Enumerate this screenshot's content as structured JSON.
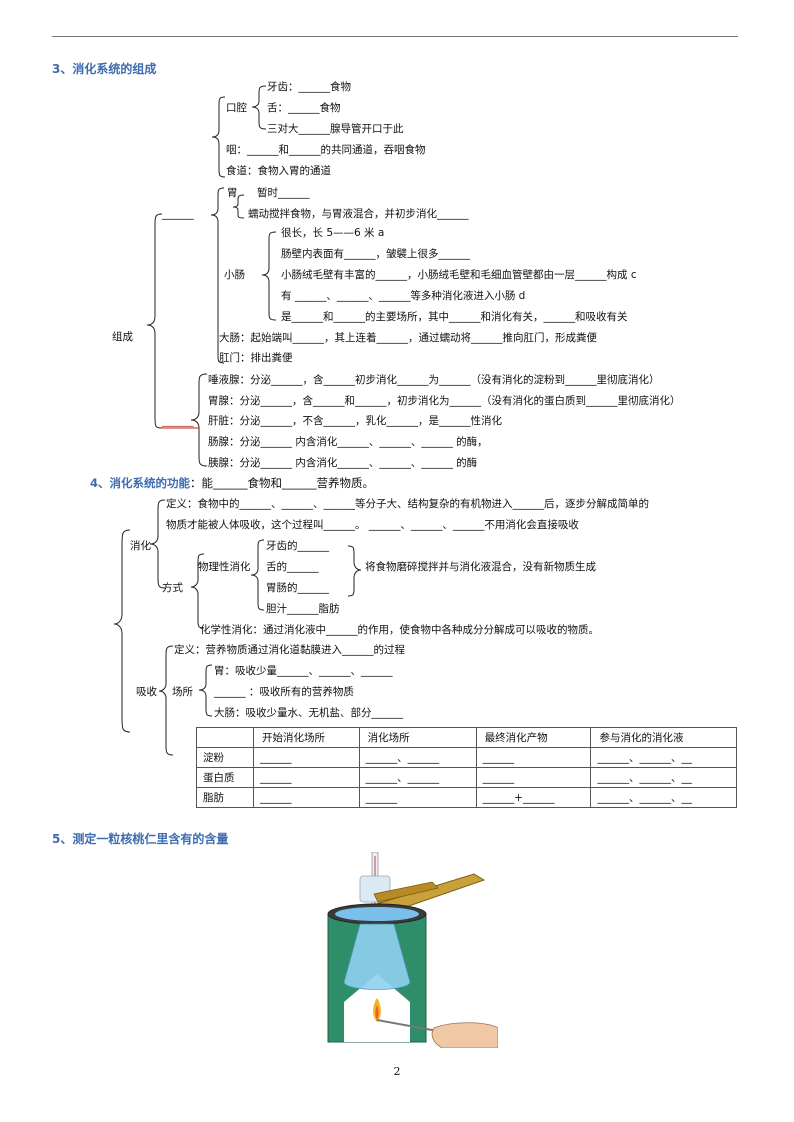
{
  "section3": {
    "heading": "3、消化系统的组成",
    "tract_label": "______",
    "composition": "组成",
    "mouth": "口腔",
    "teeth": "牙齿：______食物",
    "tongue": "舌：______食物",
    "saliva_glands": "三对大______腺导管开口于此",
    "pharynx": "咽：______和______的共同通道，吞咽食物",
    "esophagus": "食道：食物入胃的通道",
    "stomach": "胃",
    "stomach_1": "暂时______",
    "stomach_2": "蠕动搅拌食物，与胃液混合，并初步消化______",
    "small_intestine": "小肠",
    "si_1": "很长，长 5——6 米  a",
    "si_2": "肠壁内表面有______，皱襞上很多______",
    "si_3": "小肠绒毛壁有丰富的______，小肠绒毛壁和毛细血管壁都由一层______构成  c",
    "si_4": "有 ______、______、______等多种消化液进入小肠  d",
    "si_5": "是______和______的主要场所，其中______和消化有关，______和吸收有关",
    "large_intestine": "大肠：起始端叫______，其上连着______，通过蠕动将______推向肛门，形成粪便",
    "anus": "肛门：排出粪便",
    "gland_label": "______",
    "gland_1": "唾液腺：分泌______，含______初步消化______为______（没有消化的淀粉到______里彻底消化）",
    "gland_2": "胃腺：分泌______，含______和______，初步消化为______（没有消化的蛋白质到______里彻底消化）",
    "gland_3": "肝脏：分泌______，不含______，乳化______，是______性消化",
    "gland_4": "肠腺：分泌______   内含消化______、______、______ 的酶，",
    "gland_5": "胰腺：分泌______   内含消化______、______、______ 的酶"
  },
  "section4": {
    "heading_pre": "4、消化系统的功能",
    "heading_post": "：能______食物和______营养物质。",
    "digestion": "消化",
    "def_1": "定义：食物中的______、______、______等分子大、结构复杂的有机物进入______后，逐步分解成简单的",
    "def_2": "物质才能被人体吸收，这个过程叫______。  ______、______、______不用消化会直接吸收",
    "method": "方式",
    "physical": "物理性消化",
    "phys_1": "牙齿的______",
    "phys_2": "舌的______",
    "phys_3": "胃肠的______",
    "phys_4": "胆汁______脂肪",
    "phys_result": "将食物磨碎搅拌并与消化液混合，没有新物质生成",
    "chemical": "化学性消化：通过消化液中______的作用，使食物中各种成分分解成可以吸收的物质。",
    "absorption": "吸收",
    "abs_def": "定义：营养物质通过消化道黏膜进入______的过程",
    "place": "场所",
    "abs_1": "胃：吸收少量______、______、______",
    "abs_2": "______ ：吸收所有的营养物质",
    "abs_3": "大肠：吸收少量水、无机盐、部分______",
    "table": {
      "headers": [
        "开始消化场所",
        "消化场所",
        "最终消化产物",
        "参与消化的消化液"
      ],
      "rows": [
        {
          "name": "淀粉",
          "c1": "______",
          "c2": "______、______",
          "c3": "______",
          "c4": "______、______、__"
        },
        {
          "name": "蛋白质",
          "c1": "______",
          "c2": "______、______",
          "c3": "______",
          "c4": "______、______、__"
        },
        {
          "name": "脂肪",
          "c1": "______",
          "c2": "______",
          "c3": "______+______",
          "c4": "______、______、__"
        }
      ]
    }
  },
  "section5": {
    "heading": "5、测定一粒核桃仁里含有的含量"
  },
  "page_number": "2",
  "colors": {
    "heading": "#3d6cb0",
    "blank_line": "#b02020",
    "bracket": "#222222"
  }
}
